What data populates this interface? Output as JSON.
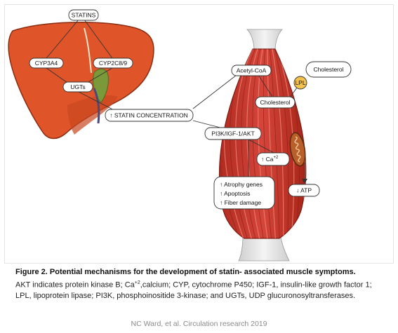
{
  "diagram": {
    "labels": {
      "statins": "STATINS",
      "cyp3a4": "CYP3A4",
      "cyp2c8": "CYP2C8/9",
      "ugts": "UGTs",
      "statin_concentration": "↑ STATIN CONCENTRATION",
      "acetyl_coa": "Acetyl-CoA",
      "cholesterol_muscle": "Cholesterol",
      "cholesterol_external": "Cholesterol",
      "lpl": "LPL",
      "pi3k": "PI3K/IGF-1/AKT",
      "ca": "↑ Ca",
      "ca_sup": "+2",
      "atrophy": "↑ Atrophy genes",
      "apoptosis": "↑ Apoptosis",
      "fiber": "↑ Fiber damage",
      "atp": "↓ ATP"
    },
    "colors": {
      "liver": "#e0542a",
      "liver_dark": "#8a2c10",
      "muscle": "#c9372c",
      "tendon": "#e6e6e6",
      "lpl_badge": "#f2c14e"
    }
  },
  "caption": {
    "title": "Figure 2. Potential mechanisms for the development of statin- associated muscle symptoms.",
    "body_1": "AKT indicates protein kinase B; Ca",
    "body_sup": "+2",
    "body_2": ",calcium; CYP, cytochrome P450; IGF-1, insulin-like growth factor 1; LPL, lipoprotein lipase; PI3K, phosphoinositide 3-kinase; and UGTs, UDP  glucuronosyltransferases."
  },
  "credit": "NC Ward, et al. Circulation research  2019"
}
